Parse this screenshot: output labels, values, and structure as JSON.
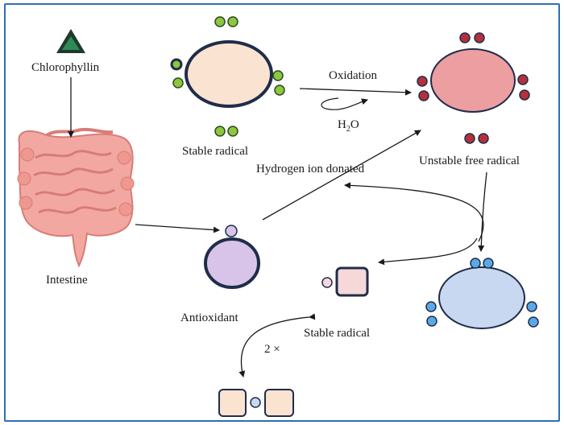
{
  "labels": {
    "chlorophyllin": "Chlorophyllin",
    "intestine": "Intestine",
    "stable_radical_top": "Stable radical",
    "oxidation": "Oxidation",
    "water_h": "H",
    "water_sub": "2",
    "water_o": "O",
    "unstable_free_radical": "Unstable free radical",
    "hydrogen_ion_donated": "Hydrogen ion donated",
    "antioxidant": "Antioxidant",
    "stable_radical_bottom": "Stable radical",
    "multiplier": "2 ×"
  },
  "colors": {
    "frame": "#2f6eb5",
    "chlorophyllin_triangle": "#2e8b57",
    "stable_radical_fill": "#fbe3d2",
    "stable_radical_electron": "#8dc63f",
    "unstable_radical_fill": "#ec9ea0",
    "unstable_radical_electron": "#b5303a",
    "antioxidant_fill": "#d8c4e8",
    "blue_radical_fill": "#c8d8f0",
    "blue_electron": "#5aa9e6",
    "square_fill": "#f6d8d8",
    "outline": "#1f2d4a"
  }
}
